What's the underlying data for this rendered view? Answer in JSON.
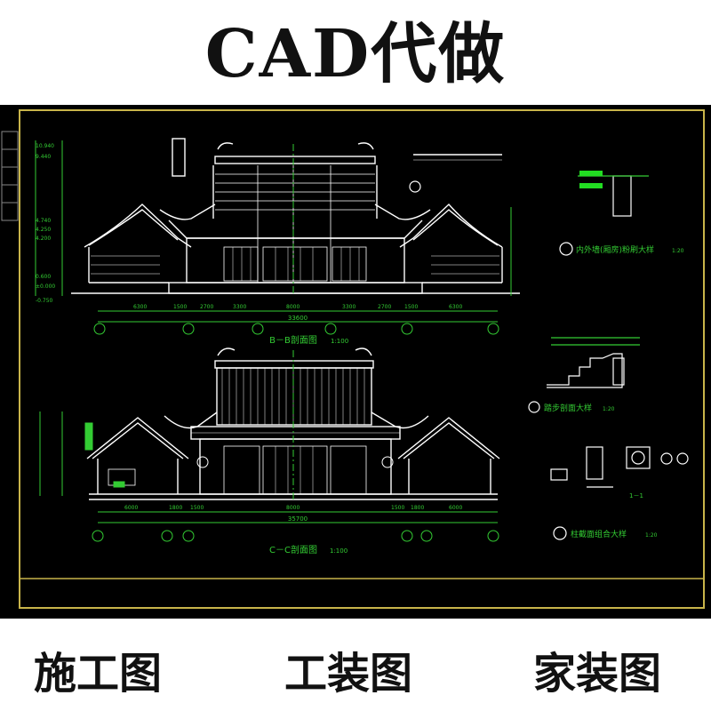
{
  "headline": "CAD代做",
  "drawing": {
    "section_bb": "B－B剖面图",
    "section_bb_scale": "1:100",
    "section_cc": "C－C剖面图",
    "section_cc_scale": "1:100",
    "detail_wall": "内外墙(厢房)粉刷大样",
    "detail_wall_scale": "1:20",
    "detail_step": "踏步剖面大样",
    "detail_step_scale": "1:20",
    "detail_column": "柱截面组合大样",
    "detail_column_scale": "1:20",
    "detail_11": "1－1",
    "dim_bb_total": "33600",
    "dim_cc_total": "35700",
    "dims_bb": [
      "6300",
      "1500",
      "2700",
      "3300",
      "8000",
      "3300",
      "2700",
      "1500",
      "6300"
    ],
    "dims_cc": [
      "6000",
      "1800",
      "1500",
      "8000",
      "1500",
      "1800",
      "6000"
    ],
    "elevations": [
      "10.940",
      "9.440",
      "4.740",
      "4.250",
      "4.200",
      "0.600",
      "±0.000",
      "-0.750"
    ],
    "colors": {
      "background": "#000000",
      "line": "#ffffff",
      "dim": "#33cc33",
      "accent": "#22dd22",
      "border": "#c8b44a"
    }
  },
  "footer": {
    "left": "施工图",
    "center": "工装图",
    "right": "家装图"
  }
}
